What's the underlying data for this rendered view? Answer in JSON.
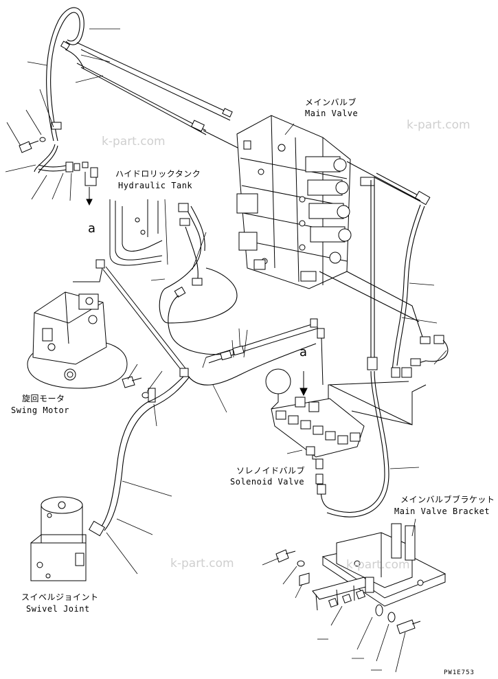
{
  "labels": {
    "main_valve": {
      "jp": "メインバルブ",
      "en": "Main Valve"
    },
    "hydraulic_tank": {
      "jp": "ハイドロリックタンク",
      "en": "Hydraulic Tank"
    },
    "swing_motor": {
      "jp": "旋回モータ",
      "en": "Swing Motor"
    },
    "solenoid_valve": {
      "jp": "ソレノイドバルブ",
      "en": "Solenoid Valve"
    },
    "main_valve_bracket": {
      "jp": "メインバルブブラケット",
      "en": "Main Valve Bracket"
    },
    "swivel_joint": {
      "jp": "スイベルジョイント",
      "en": "Swivel Joint"
    }
  },
  "markers": {
    "view_a_top": "a",
    "view_a_solenoid": "a"
  },
  "watermarks": [
    "k-part.com",
    "k-part.com",
    "k-part.com",
    "k-part.com"
  ],
  "drawing_code": "PW1E753"
}
